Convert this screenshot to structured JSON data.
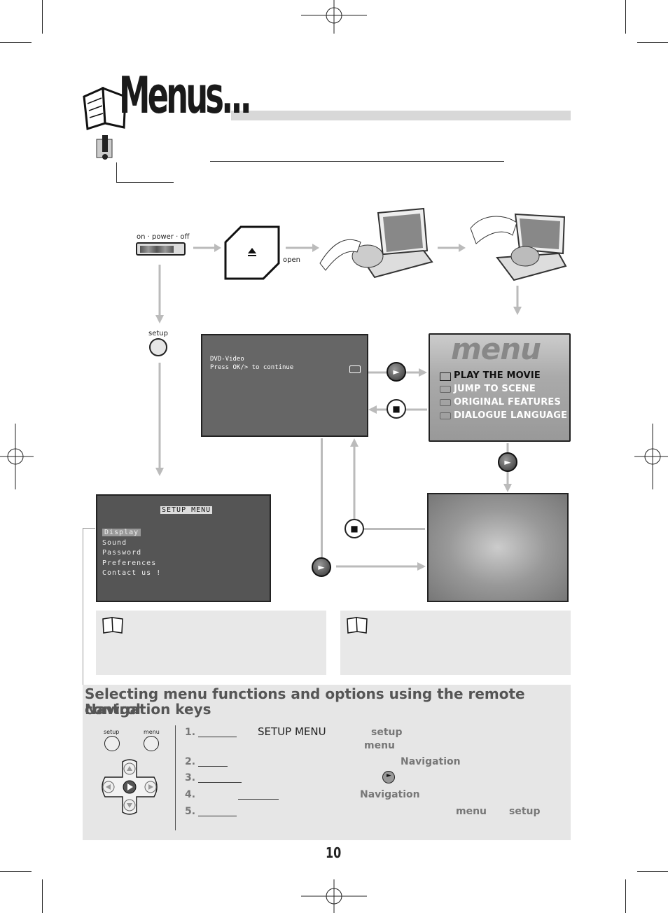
{
  "page": {
    "title": "Menus...",
    "page_number": "10"
  },
  "diagram": {
    "power_switch_label": "on · power · off",
    "open_label": "open",
    "setup_button_label": "setup",
    "dvd_screen": {
      "line1": "DVD-Video",
      "line2": "Press  OK/>    to  continue"
    },
    "disc_menu": {
      "logo": "menu",
      "items": [
        "PLAY THE MOVIE",
        "JUMP TO SCENE",
        "ORIGINAL FEATURES",
        "DIALOGUE LANGUAGE"
      ]
    },
    "setup_menu": {
      "title": "SETUP  MENU",
      "items": [
        "Display",
        "Sound",
        "Password",
        "Preferences",
        "Contact  us  !"
      ]
    }
  },
  "section": {
    "heading_line1": "Selecting menu functions and options using the remote control",
    "heading_line2": "Navigation keys",
    "remote_labels": {
      "setup": "setup",
      "menu": "menu"
    },
    "steps": [
      {
        "num": "1.",
        "keywords": [
          "SETUP MENU",
          "setup",
          "menu"
        ]
      },
      {
        "num": "2.",
        "keywords": [
          "Navigation"
        ]
      },
      {
        "num": "3.",
        "keywords": []
      },
      {
        "num": "4.",
        "keywords": [
          "Navigation"
        ]
      },
      {
        "num": "5.",
        "keywords": [
          "menu",
          "setup"
        ]
      }
    ]
  },
  "colors": {
    "accent_gray": "#d8d8d8",
    "panel": "#e6e6e6"
  }
}
